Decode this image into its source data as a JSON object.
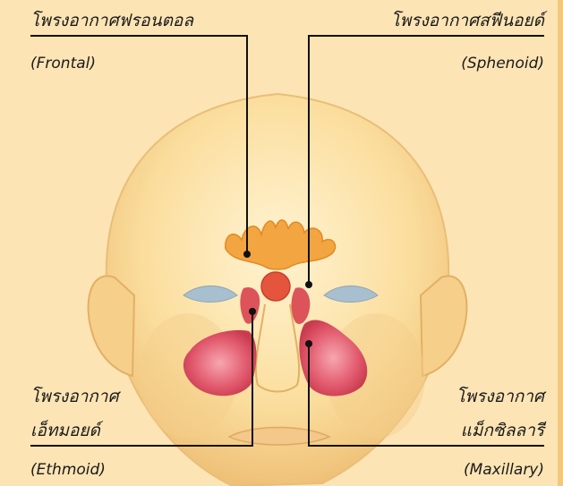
{
  "colors": {
    "background": "#FCE4B4",
    "skin_light": "#FFF0C8",
    "skin_mid": "#F8D994",
    "skin_shadow": "#E8B86A",
    "frontal_sinus": "#F0A23A",
    "sphenoid_sinus": "#E8523A",
    "ethmoid_sinus": "#D8434F",
    "maxillary_sinus": "#D94A5C",
    "eyes": "#9FB5C6",
    "leader_lines": "#111111"
  },
  "labels": {
    "frontal": {
      "thai": "โพรงอากาศฟรอนตอล",
      "english": "(Frontal)"
    },
    "sphenoid": {
      "thai": "โพรงอากาศสฟีนอยด์",
      "english": "(Sphenoid)"
    },
    "ethmoid": {
      "thai_line1": "โพรงอากาศ",
      "thai_line2": "เอ็ทมอยด์",
      "english": "(Ethmoid)"
    },
    "maxillary": {
      "thai_line1": "โพรงอากาศ",
      "thai_line2": "แม็กซิลลารี",
      "english": "(Maxillary)"
    }
  }
}
